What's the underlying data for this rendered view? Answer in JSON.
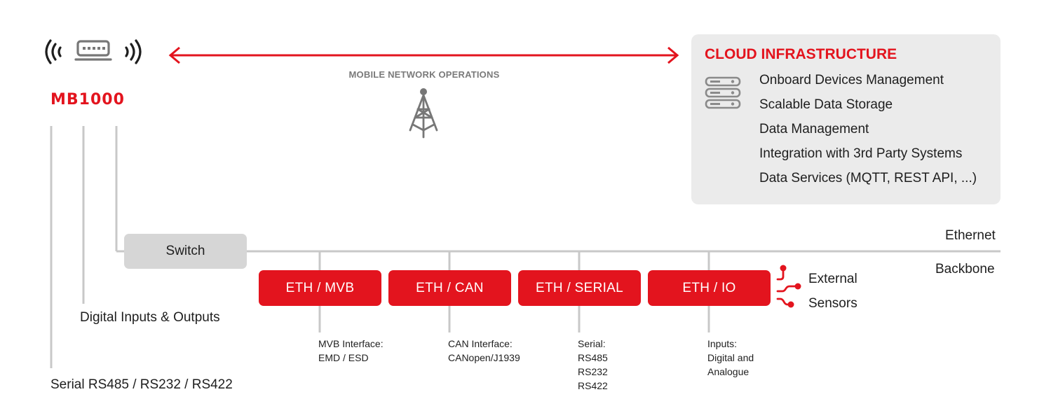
{
  "device": {
    "name": "MB1000"
  },
  "network": {
    "label": "MOBILE NETWORK OPERATIONS"
  },
  "cloud": {
    "title": "CLOUD INFRASTRUCTURE",
    "items": [
      "Onboard Devices Management",
      "Scalable Data Storage",
      "Data Management",
      "Integration with 3rd Party Systems",
      "Data Services (MQTT, REST API, ...)"
    ]
  },
  "switch": {
    "label": "Switch"
  },
  "bus": {
    "ethernet": "Ethernet",
    "backbone": "Backbone"
  },
  "modules": [
    {
      "label": "ETH / MVB",
      "note": "MVB Interface:\nEMD / ESD"
    },
    {
      "label": "ETH / CAN",
      "note": "CAN Interface:\nCANopen/J1939"
    },
    {
      "label": "ETH / SERIAL",
      "note": "Serial:\nRS485\nRS232\nRS422"
    },
    {
      "label": "ETH / IO",
      "note": "Inputs:\nDigital and\nAnalogue"
    }
  ],
  "sensors": {
    "line1": "External",
    "line2": "Sensors"
  },
  "digital_io": "Digital Inputs & Outputs",
  "serial": "Serial RS485 / RS232 / RS422",
  "colors": {
    "accent": "#e3141e",
    "line": "#c8c8c8",
    "panel": "#ebebeb",
    "switch": "#d6d6d6",
    "icon": "#777777"
  }
}
